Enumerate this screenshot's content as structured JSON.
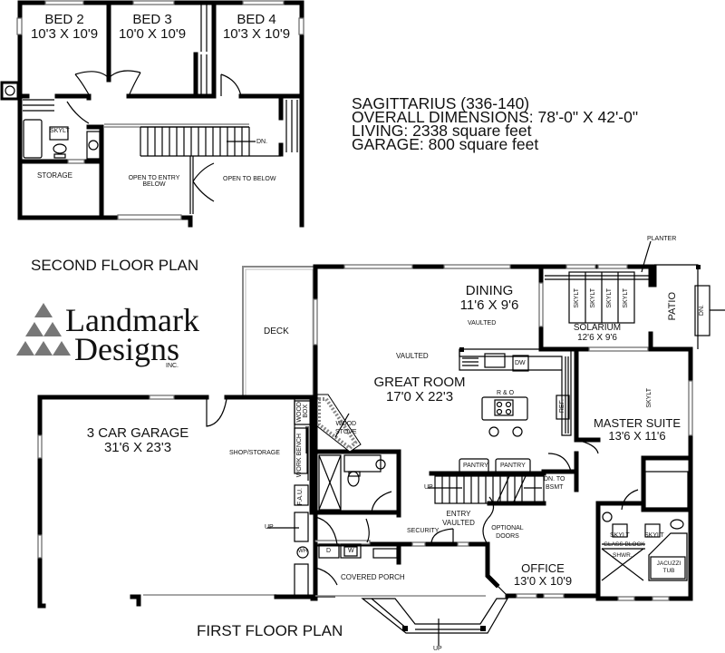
{
  "plan_info": {
    "name": "SAGITTARIUS (336-140)",
    "overall_dimensions": "OVERALL DIMENSIONS: 78'-0\" X 42'-0\"",
    "living": "LIVING: 2338 square feet",
    "garage": "GARAGE: 800 square feet"
  },
  "brand": {
    "name_line1": "Landmark",
    "name_line2": "Designs",
    "suffix": "INC."
  },
  "second_floor": {
    "title": "SECOND FLOOR PLAN",
    "rooms": [
      {
        "name": "BED 2",
        "size": "10'3 X 10'9"
      },
      {
        "name": "BED 3",
        "size": "10'0 X 10'9"
      },
      {
        "name": "BED 4",
        "size": "10'3 X 10'9"
      }
    ],
    "labels": {
      "skylight": "SKYLT",
      "storage": "STORAGE",
      "open_entry": "OPEN TO ENTRY\nBELOW",
      "open_entry_l1": "OPEN TO ENTRY",
      "open_entry_l2": "BELOW",
      "open_below": "OPEN TO BELOW",
      "down": "DN."
    }
  },
  "first_floor": {
    "title": "FIRST FLOOR PLAN",
    "rooms": {
      "dining": {
        "name": "DINING",
        "size": "11'6 X 9'6",
        "note": "VAULTED"
      },
      "solarium": {
        "name": "SOLARIUM",
        "size": "12'6 X 9'6"
      },
      "great_room": {
        "name": "GREAT ROOM",
        "size": "17'0 X 22'3",
        "note": "VAULTED"
      },
      "master_suite": {
        "name": "MASTER SUITE",
        "size": "13'6 X 11'6"
      },
      "garage": {
        "name": "3 CAR GARAGE",
        "size": "31'6 X 23'3"
      },
      "office": {
        "name": "OFFICE",
        "size": "13'0 X 10'9"
      },
      "deck": {
        "name": "DECK"
      },
      "patio": {
        "name": "PATIO"
      }
    },
    "labels": {
      "planter": "PLANTER",
      "skylight": "SKYLT",
      "dn": "DN.",
      "dw": "DW",
      "range_oven": "R & O",
      "ref": "REF.",
      "wood_stove_l1": "WOOD",
      "wood_stove_l2": "STOVE",
      "wood_box_l1": "WOOD",
      "wood_box_l2": "BOX",
      "work_bench": "WORK BENCH",
      "fau": "F.A.U.",
      "shop_storage": "SHOP/STORAGE",
      "up": "UP",
      "wh": "WH",
      "dryer": "D",
      "washer": "W",
      "pantry": "PANTRY",
      "dn_bsmt_l1": "DN. TO",
      "dn_bsmt_l2": "BSMT",
      "entry_l1": "ENTRY",
      "entry_l2": "VAULTED",
      "security": "SECURITY",
      "optional_doors_l1": "OPTIONAL",
      "optional_doors_l2": "DOORS",
      "covered_porch": "COVERED PORCH",
      "glass_block": "GLASS BLOCK",
      "shower": "SHWR.",
      "jacuzzi_l1": "JACUZZI",
      "jacuzzi_l2": "TUB"
    }
  }
}
